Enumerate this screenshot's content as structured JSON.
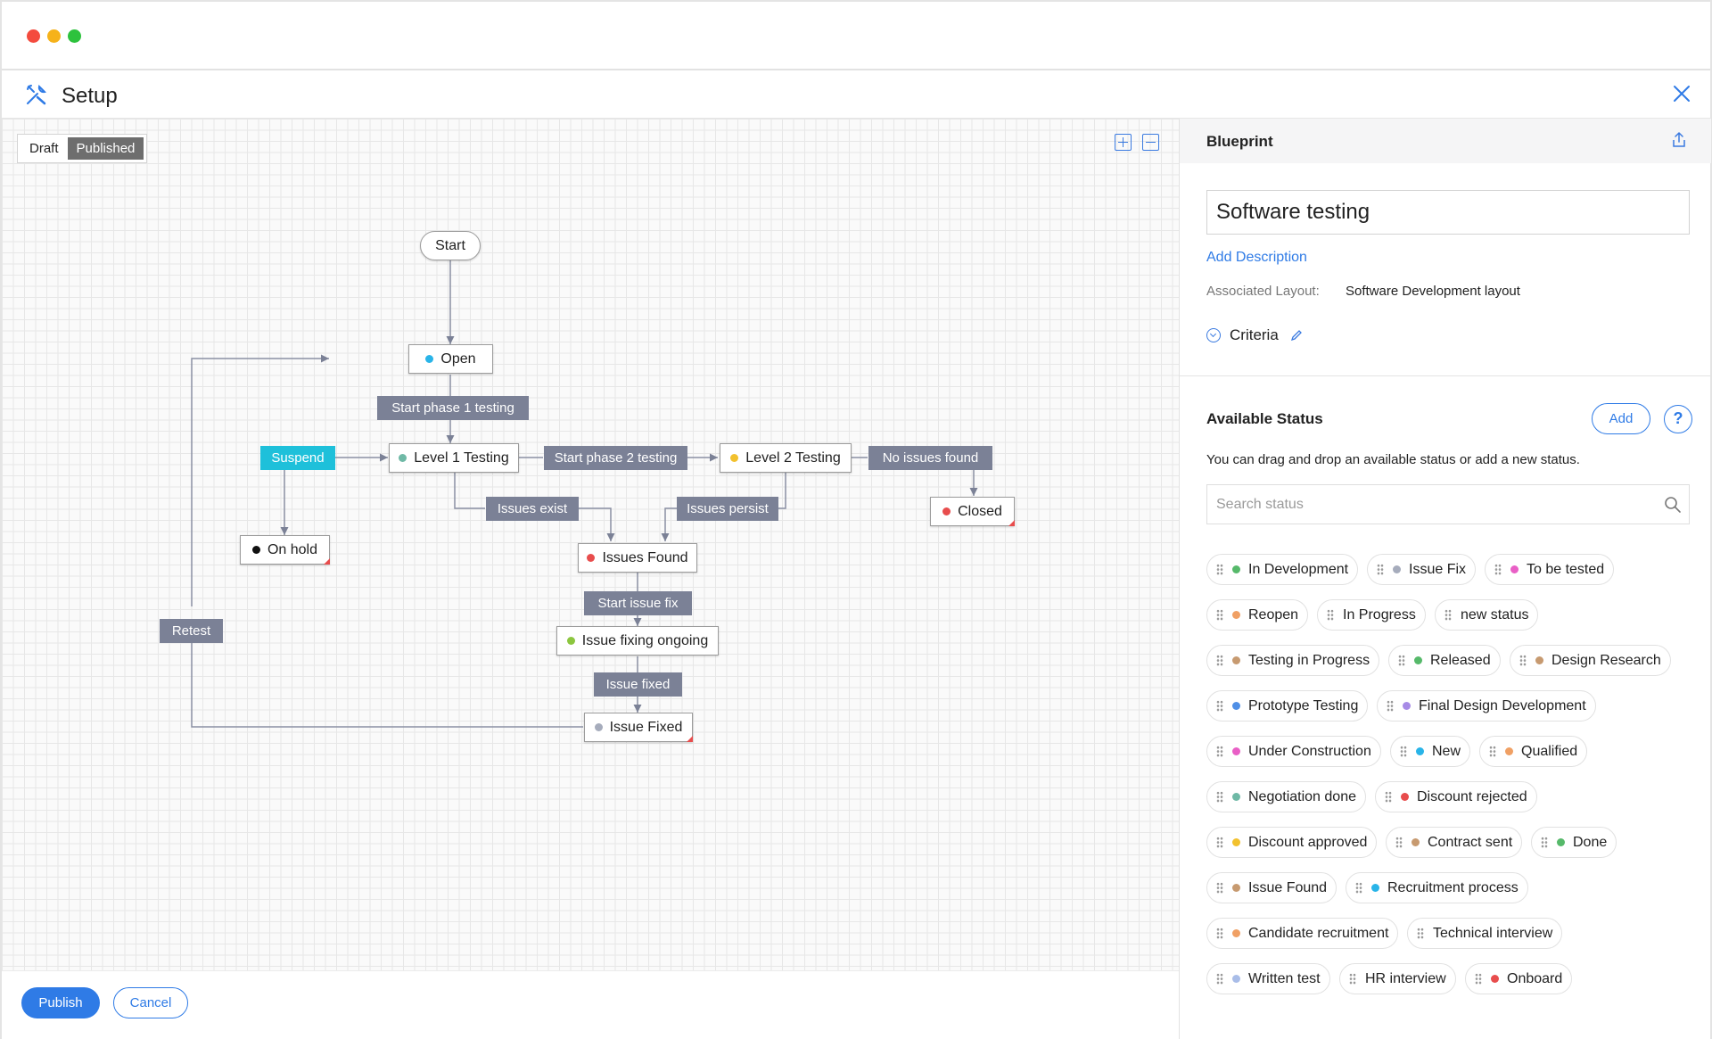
{
  "header": {
    "title": "Setup"
  },
  "canvas": {
    "toggle": {
      "draft": "Draft",
      "published": "Published",
      "active": "Published"
    },
    "nodes": {
      "start": "Start",
      "open": "Open",
      "level1": "Level 1 Testing",
      "level2": "Level 2 Testing",
      "closed": "Closed",
      "onhold": "On hold",
      "issues_found": "Issues Found",
      "issue_fixing": "Issue fixing ongoing",
      "issue_fixed": "Issue Fixed"
    },
    "transitions": {
      "start_phase1": "Start phase 1 testing",
      "suspend": "Suspend",
      "start_phase2": "Start phase 2 testing",
      "no_issues": "No issues found",
      "issues_exist": "Issues exist",
      "issues_persist": "Issues persist",
      "start_fix": "Start issue fix",
      "issue_fixed": "Issue fixed",
      "retest": "Retest"
    }
  },
  "footer": {
    "publish_label": "Publish",
    "cancel_label": "Cancel"
  },
  "panel": {
    "title": "Blueprint",
    "name": "Software testing",
    "add_description": "Add Description",
    "associated_layout_label": "Associated Layout:",
    "associated_layout_value": "Software Development layout",
    "criteria_label": "Criteria",
    "available_status_title": "Available Status",
    "add_label": "Add",
    "help_label": "?",
    "hint": "You can drag and drop an available status or add a new status.",
    "search_placeholder": "Search status",
    "statuses": [
      {
        "label": "In Development",
        "color": "#56b96a"
      },
      {
        "label": "Issue Fix",
        "color": "#a6acbc"
      },
      {
        "label": "To be tested",
        "color": "#e95fc6"
      },
      {
        "label": "Reopen",
        "color": "#f0a064"
      },
      {
        "label": "In Progress",
        "color": ""
      },
      {
        "label": "new status",
        "color": ""
      },
      {
        "label": "Testing in Progress",
        "color": "#c79a70"
      },
      {
        "label": "Released",
        "color": "#56b96a"
      },
      {
        "label": "Design Research",
        "color": "#c79a70"
      },
      {
        "label": "Prototype Testing",
        "color": "#4f8fe6"
      },
      {
        "label": "Final Design Development",
        "color": "#a78be6"
      },
      {
        "label": "Under Construction",
        "color": "#e95fc6"
      },
      {
        "label": "New",
        "color": "#29b4e8"
      },
      {
        "label": "Qualified",
        "color": "#f0a064"
      },
      {
        "label": "Negotiation done",
        "color": "#6fb9a6"
      },
      {
        "label": "Discount rejected",
        "color": "#e84d4d"
      },
      {
        "label": "Discount approved",
        "color": "#f2c12e"
      },
      {
        "label": "Contract sent",
        "color": "#c79a70"
      },
      {
        "label": "Done",
        "color": "#56b96a"
      },
      {
        "label": "Issue Found",
        "color": "#c79a70"
      },
      {
        "label": "Recruitment process",
        "color": "#29b4e8"
      },
      {
        "label": "Candidate recruitment",
        "color": "#f0a064"
      },
      {
        "label": "Technical interview",
        "color": ""
      },
      {
        "label": "Written test",
        "color": "#a9bde8"
      },
      {
        "label": "HR interview",
        "color": ""
      },
      {
        "label": "Onboard",
        "color": "#e84d4d"
      }
    ]
  },
  "colors": {
    "accent": "#2f7be6",
    "transition": "#7b8196",
    "suspend": "#1ec0da",
    "open_dot": "#29b4e8",
    "level1_dot": "#6fb9a6",
    "level2_dot": "#f2c12e",
    "closed_dot": "#e84d4d",
    "onhold_dot": "#111111",
    "issues_found_dot": "#e84d4d",
    "issue_fixing_dot": "#8cc63f",
    "issue_fixed_dot": "#a6acbc"
  }
}
